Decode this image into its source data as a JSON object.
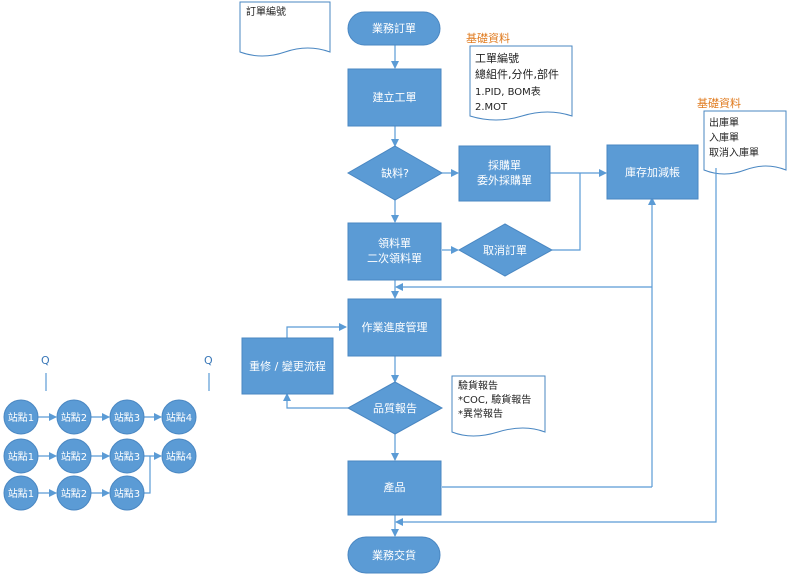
{
  "flow": {
    "start": "業務訂單",
    "create_order": "建立工單",
    "shortage": "缺料?",
    "purchase_1": "採購單",
    "purchase_2": "委外採購單",
    "inventory": "庫存加減帳",
    "picking_1": "領料單",
    "picking_2": "二次領料單",
    "cancel_order": "取消訂單",
    "progress": "作業進度管理",
    "repair": "重修 / 變更流程",
    "quality": "品質報告",
    "product": "產品",
    "end": "業務交貨"
  },
  "docs": {
    "order_no": "訂單編號",
    "basic_1_title": "基礎資料",
    "basic_1_lines": [
      "工單編號",
      "總組件,分件,部件",
      "1.PID, BOM表",
      "2.MOT"
    ],
    "basic_2_title": "基礎資料",
    "basic_2_lines": [
      "出庫單",
      "入庫單",
      "取消入庫單"
    ],
    "inspection_lines": [
      "驗貨報告",
      "*COC, 驗貨報告",
      "*異常報告"
    ]
  },
  "stations": {
    "q_label_left": "Q",
    "q_label_right": "Q",
    "row1": [
      "站點1",
      "站點2",
      "站點3",
      "站點4"
    ],
    "row2": [
      "站點1",
      "站點2",
      "站點3",
      "站點4"
    ],
    "row3": [
      "站點1",
      "站點2",
      "站點3"
    ]
  },
  "colors": {
    "shape_fill": "#5b9bd5",
    "line": "#5b9bd5",
    "annotation_title": "#e07b1f"
  }
}
